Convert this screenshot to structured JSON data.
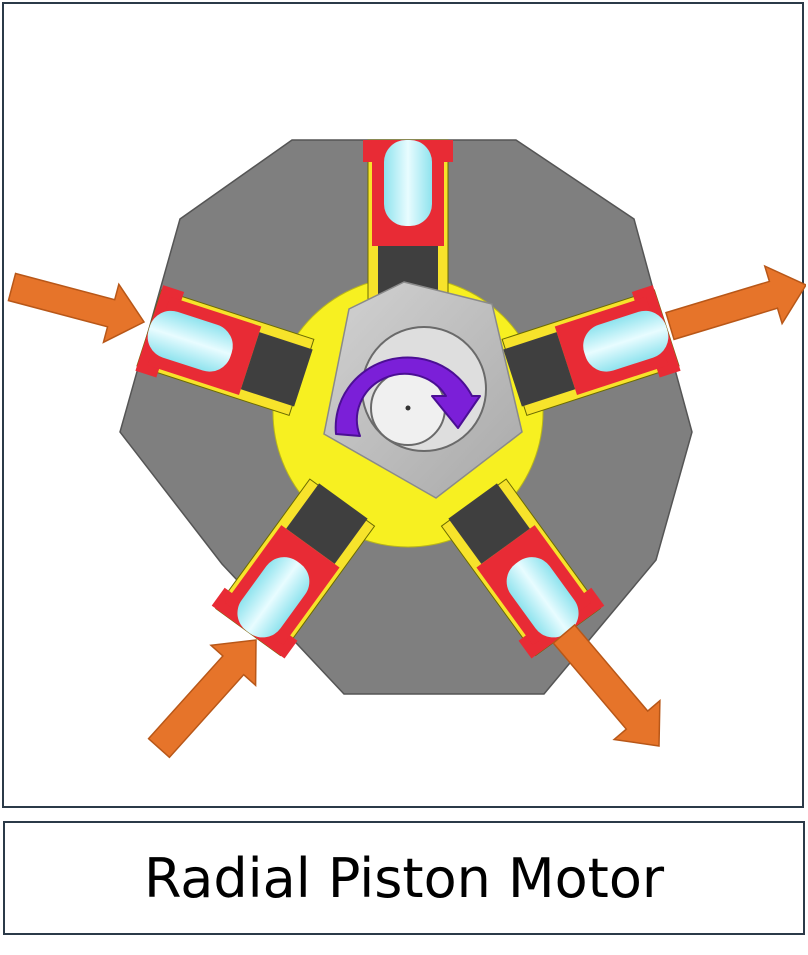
{
  "caption": "Radial Piston Motor",
  "colors": {
    "frame_border": "#2b3a48",
    "housing": "#7f7f7f",
    "housing_edge": "#5a5a5a",
    "cylinder_liner": "#f7e32b",
    "cylinder_wall": "#e82b35",
    "fluid": "#b8f0f6",
    "piston_rod": "#3f3f3f",
    "cam_ring": "#f7f021",
    "eccentric": "#c0c0c0",
    "shaft": "#dcdcdc",
    "rotation_arrow": "#7b1fd8",
    "flow_arrow": "#e6742a"
  },
  "icons": {
    "rotation": "curved-rotation-arrow-icon",
    "flow": "flow-arrow-icon"
  },
  "flow_arrows": [
    {
      "id": "inlet-upper-left",
      "direction": "in"
    },
    {
      "id": "outlet-upper-right",
      "direction": "out"
    },
    {
      "id": "inlet-lower-left",
      "direction": "in"
    },
    {
      "id": "outlet-lower-right",
      "direction": "out"
    }
  ]
}
